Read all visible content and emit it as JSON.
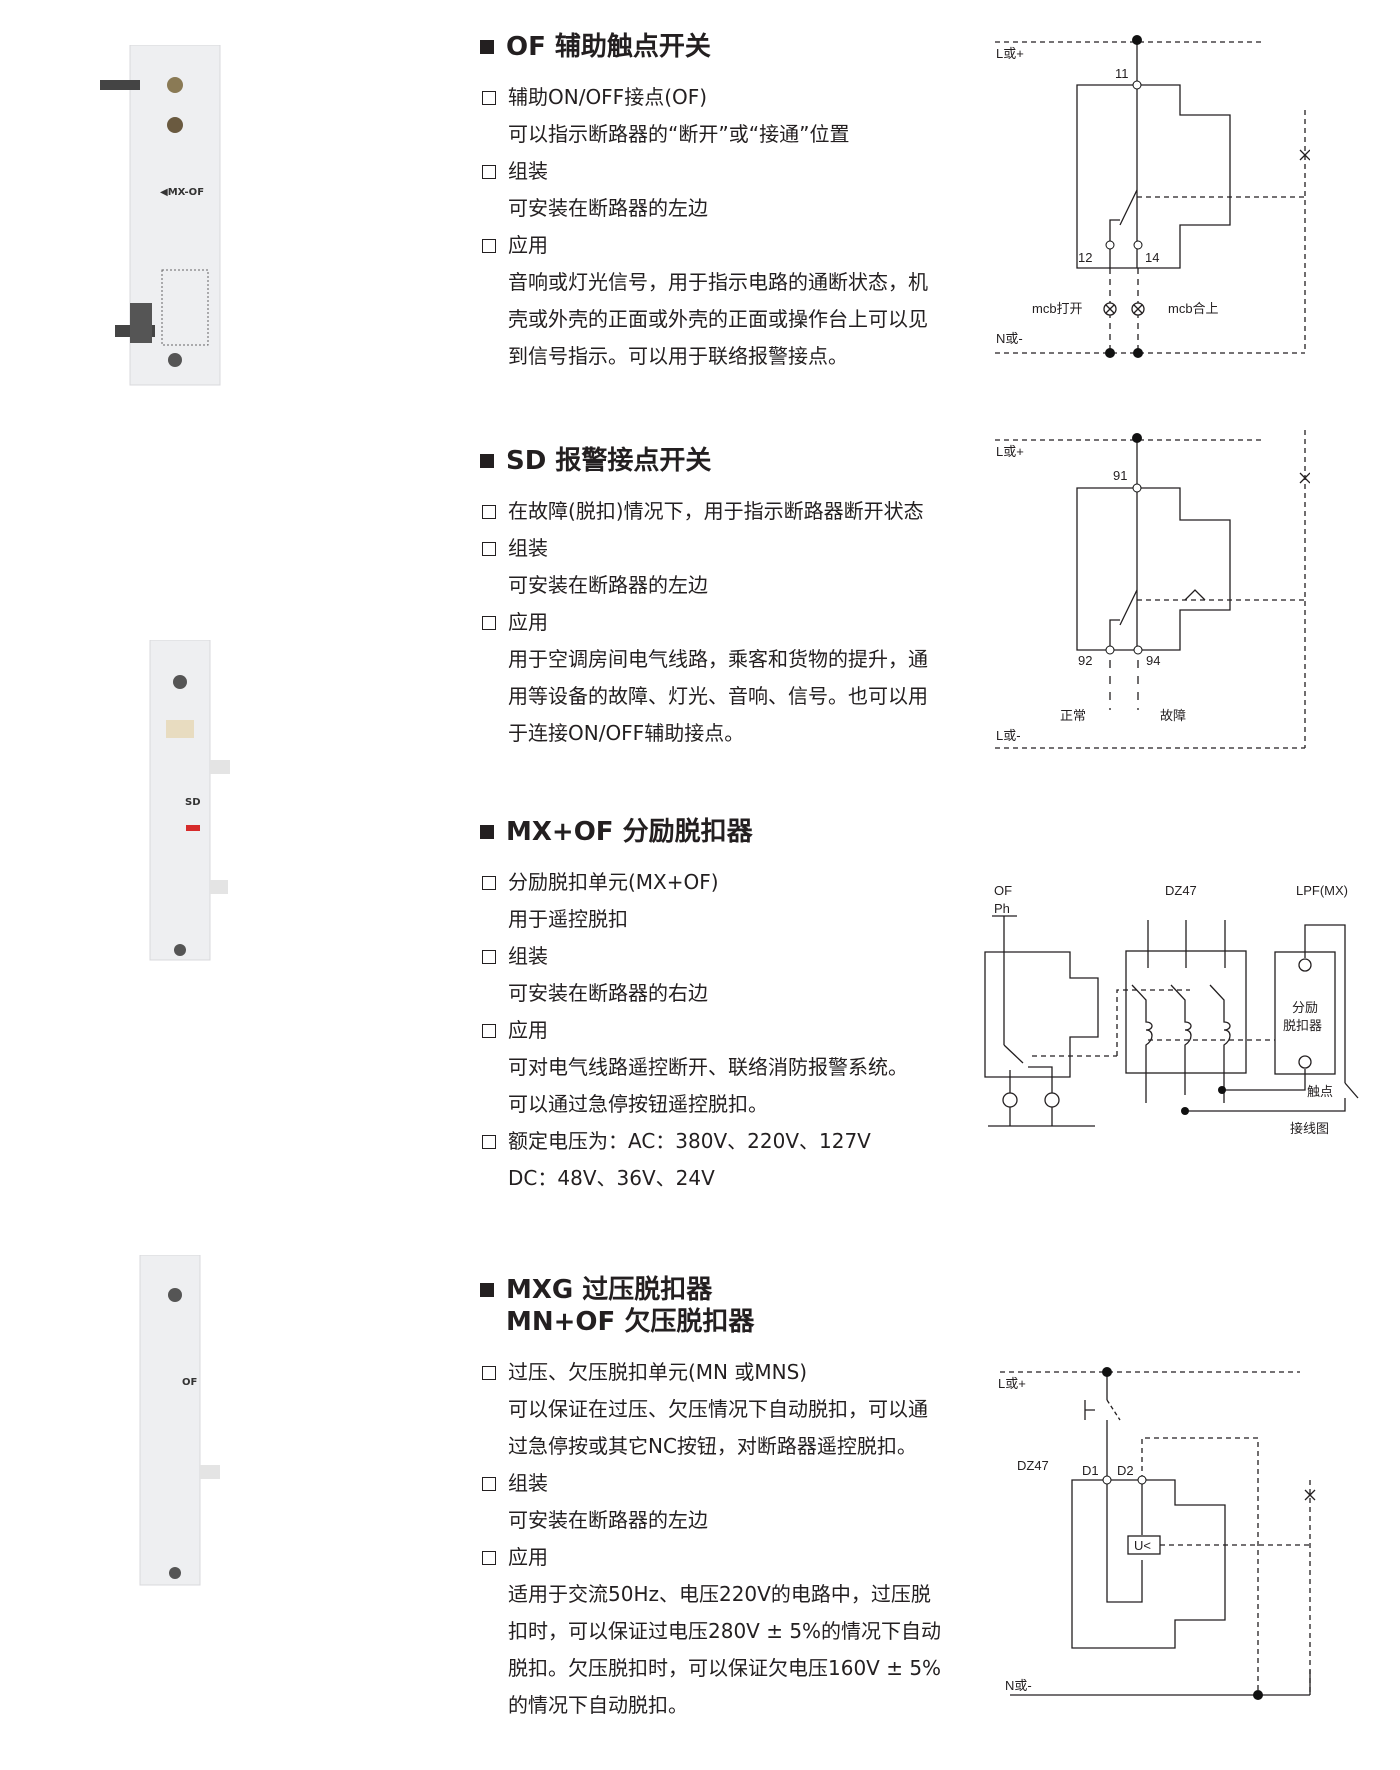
{
  "sections": [
    {
      "title": "OF 辅助触点开关",
      "items": [
        {
          "head": "辅助ON/OFF接点(OF)",
          "lines": [
            "可以指示断路器的“断开”或“接通”位置"
          ]
        },
        {
          "head": "组装",
          "lines": [
            "可安装在断路器的左边"
          ]
        },
        {
          "head": "应用",
          "lines": [
            "音响或灯光信号，用于指示电路的通断状态，机",
            "壳或外壳的正面或外壳的正面或操作台上可以见",
            "到信号指示。可以用于联络报警接点。"
          ]
        }
      ]
    },
    {
      "title": "SD 报警接点开关",
      "items": [
        {
          "head": "在故障(脱扣)情况下，用于指示断路器断开状态",
          "lines": []
        },
        {
          "head": "组装",
          "lines": [
            "可安装在断路器的左边"
          ]
        },
        {
          "head": "应用",
          "lines": [
            "用于空调房间电气线路，乘客和货物的提升，通",
            "用等设备的故障、灯光、音响、信号。也可以用",
            "于连接ON/OFF辅助接点。"
          ]
        }
      ]
    },
    {
      "title": "MX+OF 分励脱扣器",
      "items": [
        {
          "head": "分励脱扣单元(MX+OF)",
          "lines": [
            "用于遥控脱扣"
          ]
        },
        {
          "head": "组装",
          "lines": [
            "可安装在断路器的右边"
          ]
        },
        {
          "head": "应用",
          "lines": [
            "可对电气线路遥控断开、联络消防报警系统。",
            "可以通过急停按钮遥控脱扣。"
          ]
        },
        {
          "head": "额定电压为：AC：380V、220V、127V",
          "lines": [
            "DC：48V、36V、24V"
          ]
        }
      ]
    },
    {
      "title": "MXG 过压脱扣器",
      "title2": "MN+OF 欠压脱扣器",
      "items": [
        {
          "head": "过压、欠压脱扣单元(MN 或MNS)",
          "lines": [
            "可以保证在过压、欠压情况下自动脱扣，可以通",
            "过急停按或其它NC按钮，对断路器遥控脱扣。"
          ]
        },
        {
          "head": "组装",
          "lines": [
            "可安装在断路器的左边"
          ]
        },
        {
          "head": "应用",
          "lines": [
            "适用于交流50Hz、电压220V的电路中，过压脱",
            "扣时，可以保证过电压280V ± 5%的情况下自动",
            "脱扣。欠压脱扣时，可以保证欠电压160V ± 5%",
            "的情况下自动脱扣。"
          ]
        }
      ]
    }
  ],
  "diagram1": {
    "l": "L或+",
    "n": "N或-",
    "t11": "11",
    "t12": "12",
    "t14": "14",
    "open": "mcb打开",
    "closed": "mcb合上"
  },
  "diagram2": {
    "l": "L或+",
    "n": "L或-",
    "t91": "91",
    "t92": "92",
    "t94": "94",
    "normal": "正常",
    "fault": "故障"
  },
  "diagram3": {
    "of": "OF",
    "ph": "Ph",
    "dz": "DZ47",
    "lpf": "LPF(MX)",
    "shunt1": "分励",
    "shunt2": "脱扣器",
    "contact": "触点",
    "wiring": "接线图"
  },
  "diagram4": {
    "l": "L或+",
    "n": "N或-",
    "dz": "DZ47",
    "d1": "D1",
    "d2": "D2",
    "u": "U<"
  },
  "products": [
    {
      "label": "◀MX-OF"
    },
    {
      "label": "SD"
    },
    {
      "label": "OF"
    }
  ]
}
